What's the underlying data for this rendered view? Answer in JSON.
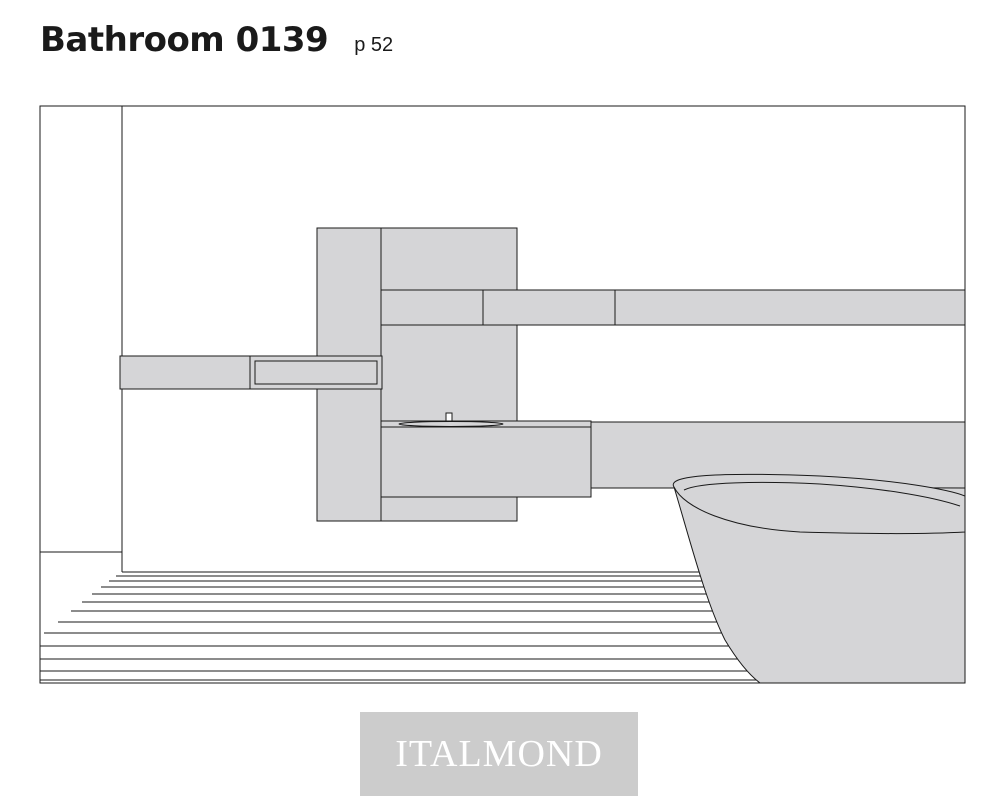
{
  "header": {
    "title": "Bathroom 0139",
    "page": "p 52"
  },
  "logo": {
    "text": "ITALMOND"
  },
  "colors": {
    "stroke": "#1a1a1a",
    "panel_fill": "#d5d5d7",
    "logo_bg": "#cccccc",
    "logo_text": "#ffffff"
  }
}
